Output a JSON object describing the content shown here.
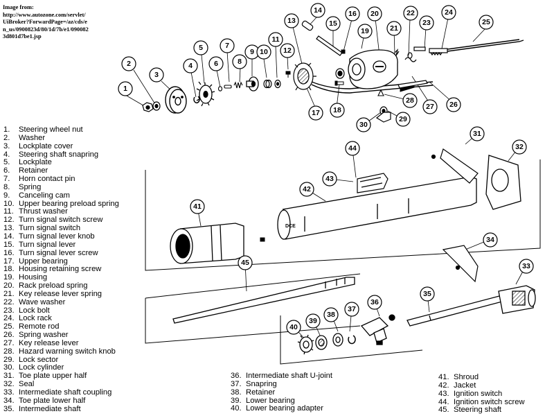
{
  "source": {
    "lines": [
      "Image from:",
      "http://www.autozone.com/servlet/",
      "UiBroker?ForwardPage=/az/cds/e",
      "n_us/0900823d/80/1d/7b/e1/090082",
      "3d801d7be1.jsp"
    ]
  },
  "legend": {
    "columns": [
      [
        {
          "num": "1.",
          "label": "Steering wheel nut"
        },
        {
          "num": "2.",
          "label": "Washer"
        },
        {
          "num": "3.",
          "label": "Lockplate cover"
        },
        {
          "num": "4.",
          "label": "Steering shaft snapring"
        },
        {
          "num": "5.",
          "label": "Lockplate"
        },
        {
          "num": "6.",
          "label": "Retainer"
        },
        {
          "num": "7.",
          "label": "Horn contact pin"
        },
        {
          "num": "8.",
          "label": "Spring"
        },
        {
          "num": "9.",
          "label": "Canceling cam"
        },
        {
          "num": "10.",
          "label": "Upper bearing preload spring"
        },
        {
          "num": "11.",
          "label": "Thrust washer"
        },
        {
          "num": "12.",
          "label": "Turn signal switch screw"
        },
        {
          "num": "13.",
          "label": "Turn signal switch"
        },
        {
          "num": "14.",
          "label": "Turn signal lever knob"
        },
        {
          "num": "15.",
          "label": "Turn signal lever"
        },
        {
          "num": "16.",
          "label": "Turn signal lever screw"
        },
        {
          "num": "17.",
          "label": "Upper bearing"
        },
        {
          "num": "18.",
          "label": "Housing retaining screw"
        },
        {
          "num": "19.",
          "label": "Housing"
        },
        {
          "num": "20.",
          "label": "Rack preload spring"
        },
        {
          "num": "21.",
          "label": "Key release lever spring"
        },
        {
          "num": "22.",
          "label": "Wave washer"
        },
        {
          "num": "23.",
          "label": "Lock bolt"
        },
        {
          "num": "24.",
          "label": "Lock rack"
        },
        {
          "num": "25.",
          "label": "Remote rod"
        },
        {
          "num": "26.",
          "label": "Spring washer"
        },
        {
          "num": "27.",
          "label": "Key release lever"
        },
        {
          "num": "28.",
          "label": "Hazard warning switch knob"
        },
        {
          "num": "29.",
          "label": "Lock sector"
        },
        {
          "num": "30.",
          "label": "Lock cylinder"
        },
        {
          "num": "31.",
          "label": "Toe plate upper half"
        },
        {
          "num": "32.",
          "label": "Seal"
        },
        {
          "num": "33.",
          "label": "Intermediate shaft coupling"
        },
        {
          "num": "34.",
          "label": "Toe plate lower half"
        },
        {
          "num": "35.",
          "label": "Intermediate shaft"
        }
      ],
      [
        {
          "num": "36.",
          "label": "Intermediate shaft U-joint"
        },
        {
          "num": "37.",
          "label": "Snapring"
        },
        {
          "num": "38.",
          "label": "Retainer"
        },
        {
          "num": "39.",
          "label": "Lower bearing"
        },
        {
          "num": "40.",
          "label": "Lower bearing adapter"
        }
      ],
      [
        {
          "num": "41.",
          "label": "Shroud"
        },
        {
          "num": "42.",
          "label": "Jacket"
        },
        {
          "num": "43.",
          "label": "Ignition switch"
        },
        {
          "num": "44.",
          "label": "Ignition switch screw"
        },
        {
          "num": "45.",
          "label": "Steering shaft"
        }
      ]
    ]
  },
  "callouts": [
    "1",
    "2",
    "3",
    "4",
    "5",
    "6",
    "7",
    "8",
    "9",
    "10",
    "11",
    "12",
    "13",
    "14",
    "15",
    "16",
    "17",
    "18",
    "19",
    "20",
    "21",
    "22",
    "23",
    "24",
    "25",
    "26",
    "27",
    "28",
    "29",
    "30",
    "31",
    "32",
    "33",
    "34",
    "35",
    "36",
    "37",
    "38",
    "39",
    "40",
    "41",
    "42",
    "43",
    "44",
    "45"
  ]
}
